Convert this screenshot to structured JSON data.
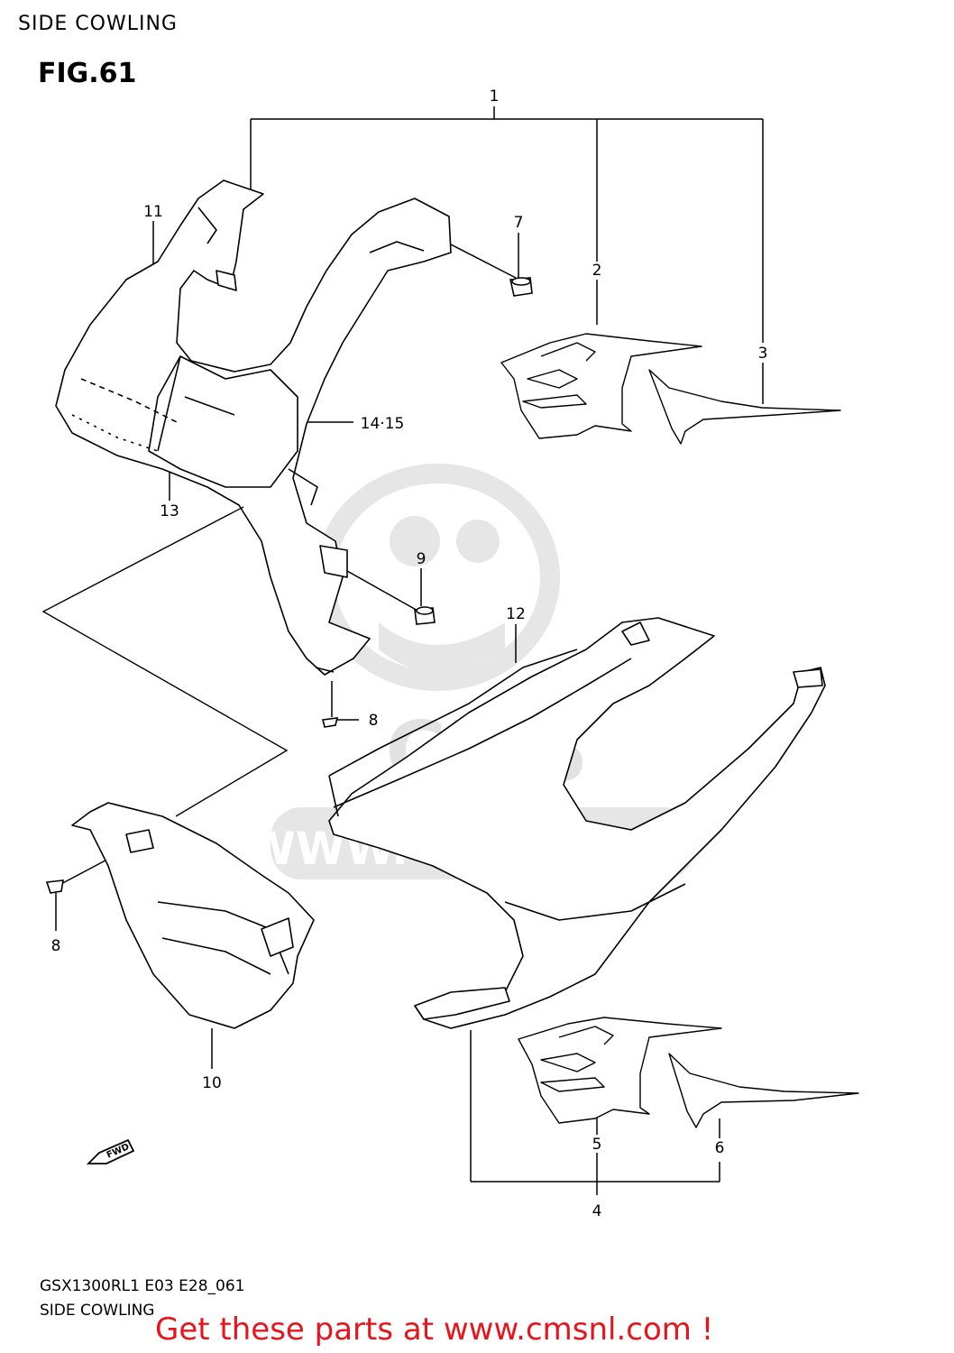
{
  "header": {
    "title": "SIDE COWLING"
  },
  "figure": {
    "number": "FIG.61"
  },
  "parts": {
    "p1": "1",
    "p2": "2",
    "p3": "3",
    "p4": "4",
    "p5": "5",
    "p6": "6",
    "p7": "7",
    "p8a": "8",
    "p8b": "8",
    "p9": "9",
    "p10": "10",
    "p11": "11",
    "p12": "12",
    "p13": "13",
    "p14_15": "14·15"
  },
  "fwd_badge": "FWD",
  "watermark": {
    "site": "WWW.CMSNL.COM",
    "brand": "CMS"
  },
  "footer": {
    "model_code": "GSX1300RL1 E03 E28_061",
    "section": "SIDE COWLING",
    "cta": "Get these parts at www.cmsnl.com !"
  },
  "colors": {
    "cta": "#e8141c",
    "watermark": "#e6e6e6",
    "line": "#000000"
  }
}
